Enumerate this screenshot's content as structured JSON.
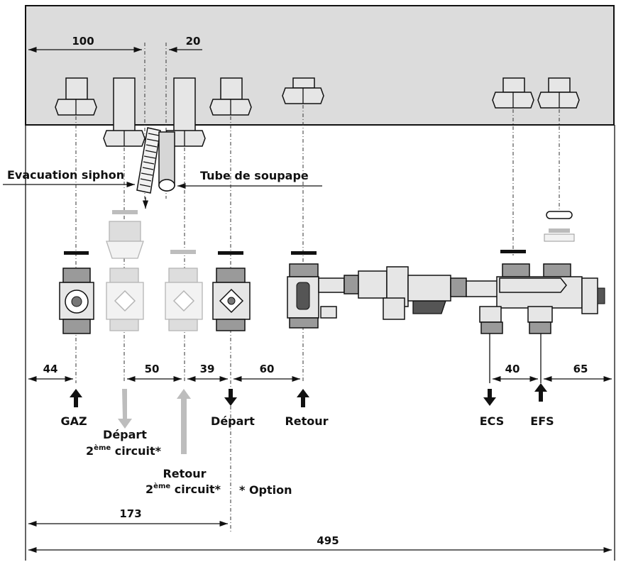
{
  "dimensions": {
    "top_left": "100",
    "top_small": "20",
    "gaz": "44",
    "second_circuit_spacing": "50",
    "depart_spacing": "39",
    "retour_spacing": "60",
    "ecs_efs": "40",
    "efs_right": "65",
    "to_depart": "173",
    "total": "495"
  },
  "labels": {
    "evacuation_siphon": "Evacuation siphon",
    "tube_soupape": "Tube de soupape",
    "gaz": "GAZ",
    "depart_2_line1": "Départ",
    "depart_2_line2_num": "2",
    "depart_2_line2_sup": "ème",
    "depart_2_line2_rest": " circuit*",
    "depart": "Départ",
    "retour": "Retour",
    "retour_2_line1": "Retour",
    "retour_2_line2_num": "2",
    "retour_2_line2_sup": "ème",
    "retour_2_line2_rest": " circuit*",
    "option_note": "* Option",
    "ecs": "ECS",
    "efs": "EFS"
  },
  "colors": {
    "boiler_body": "#dcdcdc",
    "optional_parts": "#bdbdbd",
    "lines": "#111111"
  }
}
